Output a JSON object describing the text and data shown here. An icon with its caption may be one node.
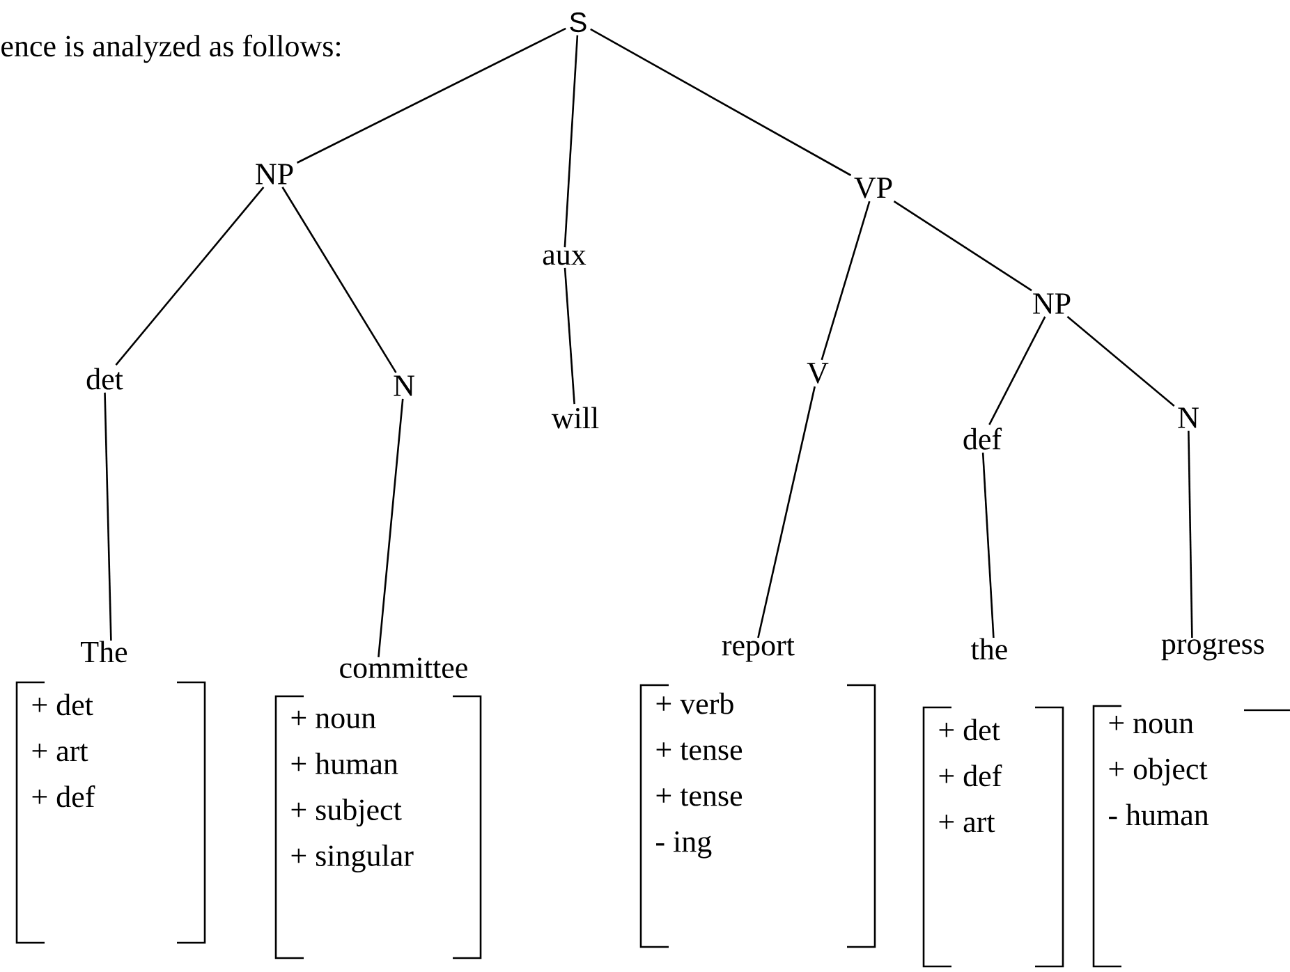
{
  "diagram": {
    "nodes": [
      {
        "text": [
          "S"
        ]
      },
      {
        "text": [
          "NP"
        ]
      },
      {
        "text": [
          "aux"
        ]
      },
      {
        "text": [
          "VP"
        ]
      },
      {
        "text": [
          "det"
        ]
      },
      {
        "text": [
          "N"
        ]
      },
      {
        "text": [
          "will"
        ]
      },
      {
        "text": [
          "V"
        ]
      },
      {
        "text": [
          "NP"
        ]
      },
      {
        "text": [
          "def"
        ]
      },
      {
        "text": [
          "N"
        ]
      },
      {
        "text": [
          "The",
          "+ det",
          "+ art",
          "+ def"
        ]
      },
      {
        "text": [
          "committee",
          "+ noun",
          "+ human",
          "+ subject",
          "+ singular"
        ]
      },
      {
        "text": [
          "report",
          "+ verb",
          "+ tense",
          "+ tense",
          "- ing"
        ]
      },
      {
        "text": [
          "the",
          "+ det",
          "+ def",
          "+ art"
        ]
      },
      {
        "text": [
          "progress",
          "+ noun",
          "+ object",
          "- human"
        ]
      }
    ],
    "edges": [
      {
        "from": 0,
        "to": 1,
        "arrow": "none"
      },
      {
        "from": 0,
        "to": 2,
        "arrow": "none"
      },
      {
        "from": 0,
        "to": 3,
        "arrow": "none"
      },
      {
        "from": 1,
        "to": 4,
        "arrow": "none"
      },
      {
        "from": 1,
        "to": 5,
        "arrow": "none"
      },
      {
        "from": 2,
        "to": 6,
        "arrow": "none"
      },
      {
        "from": 3,
        "to": 7,
        "arrow": "none"
      },
      {
        "from": 3,
        "to": 8,
        "arrow": "none"
      },
      {
        "from": 8,
        "to": 9,
        "arrow": "none"
      },
      {
        "from": 8,
        "to": 10,
        "arrow": "none"
      },
      {
        "from": 4,
        "to": 11,
        "arrow": "none"
      },
      {
        "from": 5,
        "to": 12,
        "arrow": "none"
      },
      {
        "from": 7,
        "to": 13,
        "arrow": "none"
      },
      {
        "from": 9,
        "to": 14,
        "arrow": "none"
      },
      {
        "from": 10,
        "to": 15,
        "arrow": "none"
      }
    ],
    "labels": [
      "ence is analyzed as follows:"
    ]
  }
}
